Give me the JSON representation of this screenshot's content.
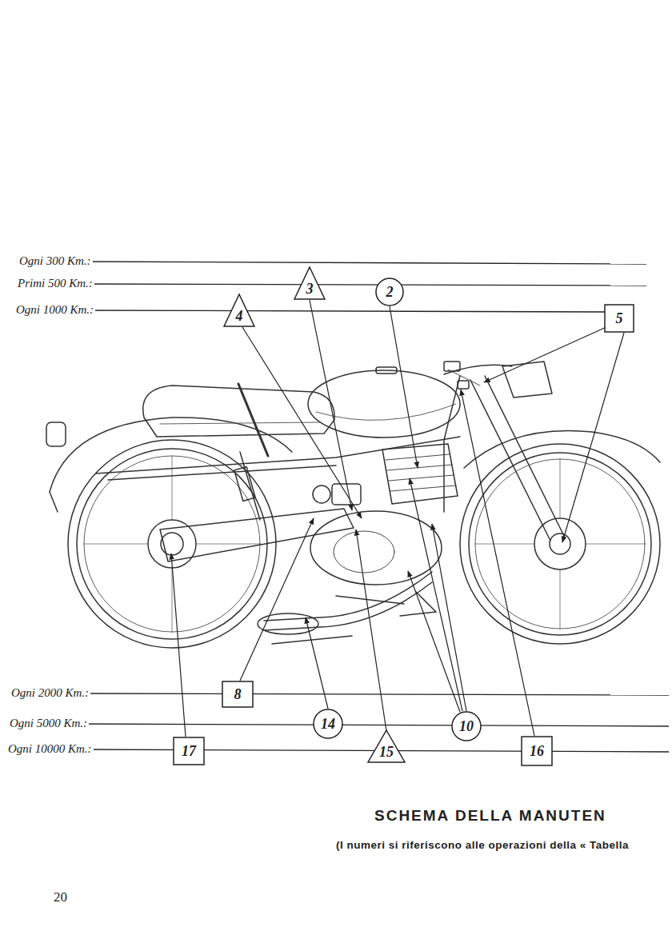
{
  "diagram": {
    "title": "SCHEMA DELLA MANUTEN",
    "caption": "(I numeri si riferiscono alle operazioni della « Tabella",
    "nodes": [
      {
        "text": [
          "3"
        ]
      },
      {
        "text": [
          "2"
        ]
      },
      {
        "text": [
          "4"
        ]
      },
      {
        "text": [
          "5"
        ]
      },
      {
        "text": [
          "8"
        ]
      },
      {
        "text": [
          "14"
        ]
      },
      {
        "text": [
          "10"
        ]
      },
      {
        "text": [
          "17"
        ]
      },
      {
        "text": [
          "15"
        ]
      },
      {
        "text": [
          "16"
        ]
      }
    ],
    "labels": [
      "Ogni 300 Km.:",
      "Primi 500 Km.:",
      "Ogni 1000 Km.:",
      "Ogni 2000 Km.:",
      "Ogni 5000 Km.:",
      "Ogni 10000 Km.:",
      "20"
    ]
  }
}
